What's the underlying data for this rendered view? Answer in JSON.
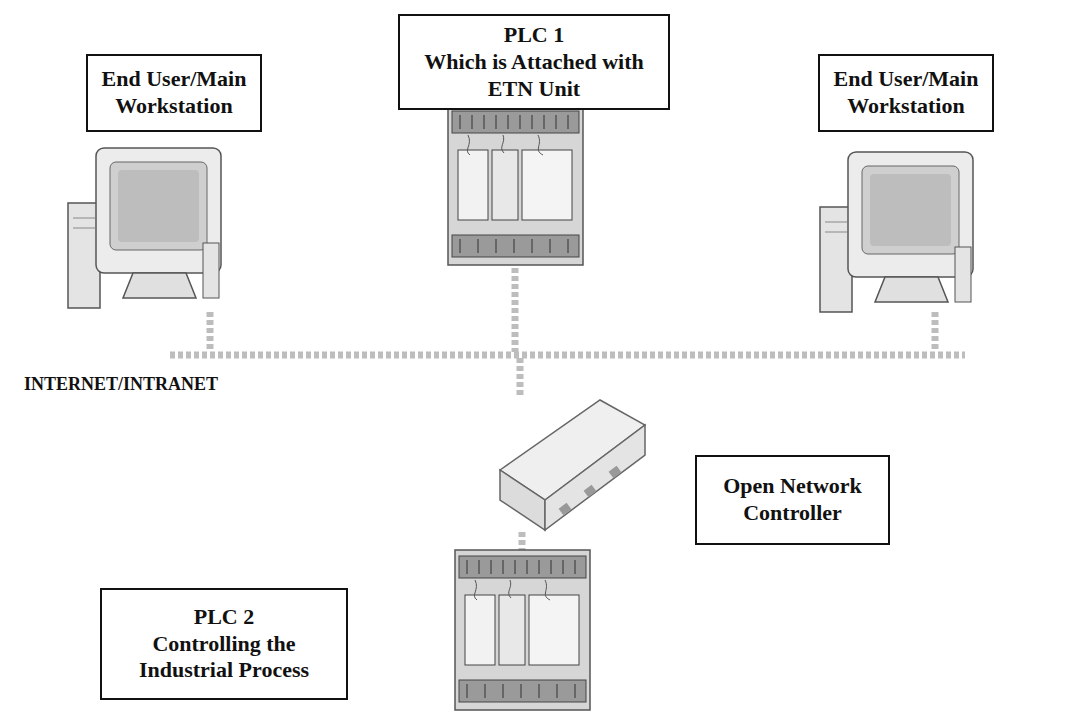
{
  "diagram": {
    "nodes": [
      {
        "text": [
          "End User/Main Workstation"
        ]
      },
      {
        "text": [
          "PLC 1",
          "Which is Attached with ETN Unit"
        ]
      },
      {
        "text": [
          "End User/Main Workstation"
        ]
      },
      {
        "text": [
          "Open Network Controller"
        ]
      },
      {
        "text": [
          "PLC 2",
          "Controlling the Industrial Process"
        ]
      }
    ],
    "labels": [
      "INTERNET/INTRANET"
    ]
  }
}
